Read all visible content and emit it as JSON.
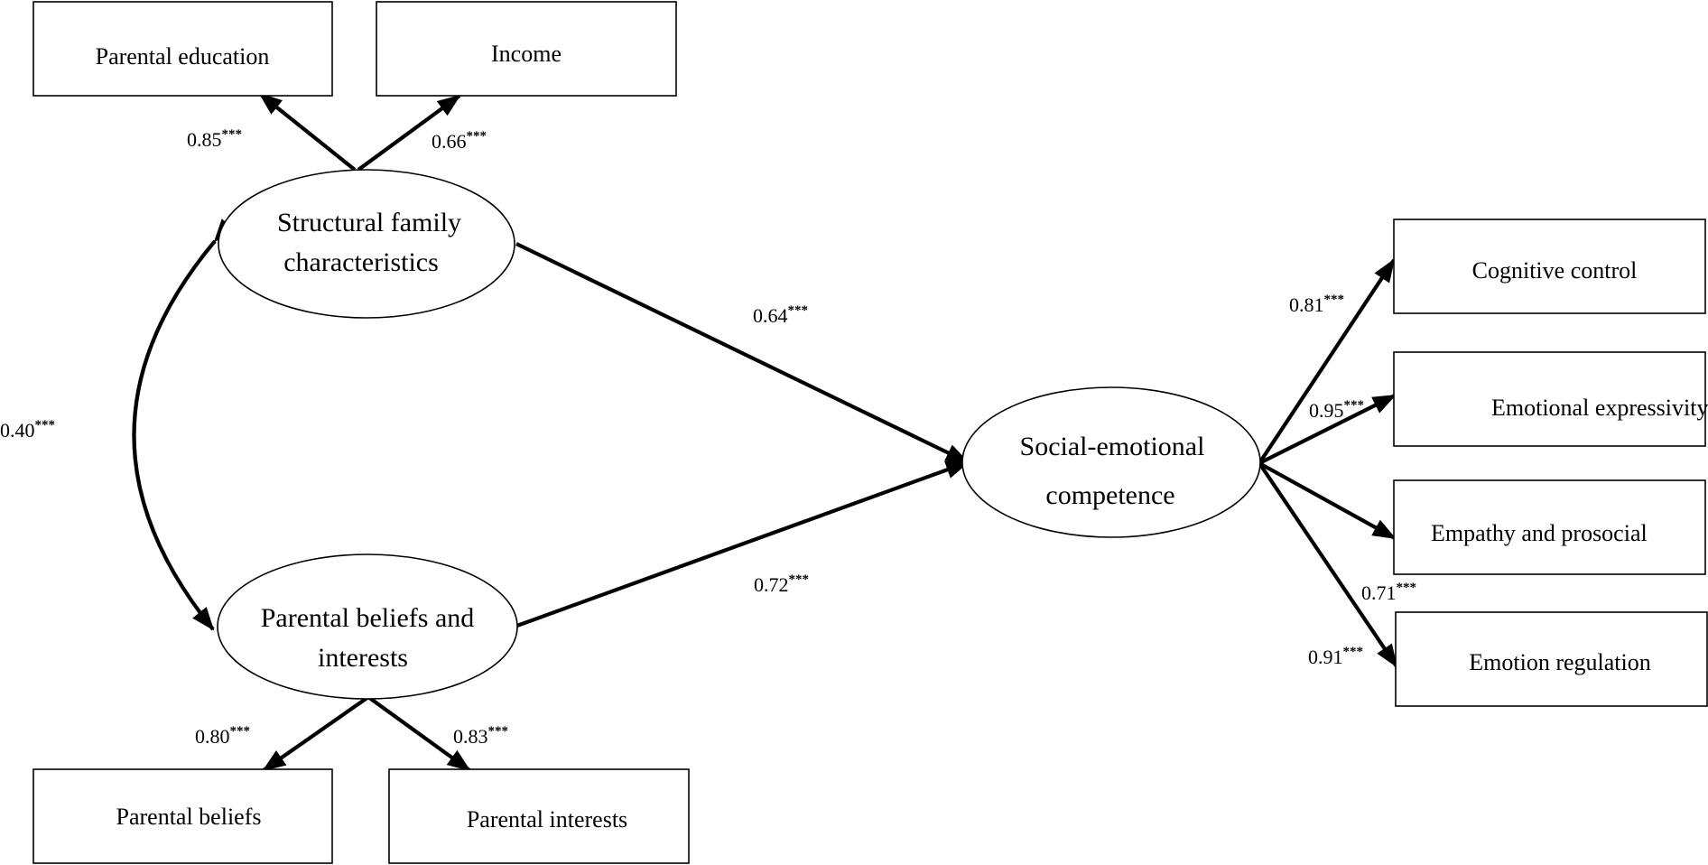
{
  "latent": {
    "structural": [
      "Structural family",
      "characteristics"
    ],
    "beliefs": [
      "Parental beliefs and",
      "interests"
    ],
    "sec": [
      "Social-emotional",
      "competence"
    ]
  },
  "indicators": {
    "parental_education": "Parental education",
    "income": "Income",
    "parental_beliefs": "Parental beliefs",
    "parental_interests": "Parental interests",
    "cognitive_control": "Cognitive control",
    "emotional_expressivity": "Emotional expressivity",
    "empathy_prosocial": "Empathy and prosocial",
    "emotion_regulation": "Emotion regulation"
  },
  "coefficients": {
    "parental_education": {
      "value": "0.85",
      "sig": "***"
    },
    "income": {
      "value": "0.66",
      "sig": "***"
    },
    "structural_to_sec": {
      "value": "0.64",
      "sig": "***"
    },
    "covariance": {
      "value": "0.40",
      "sig": "***"
    },
    "beliefs_to_sec": {
      "value": "0.72",
      "sig": "***"
    },
    "parental_beliefs": {
      "value": "0.80",
      "sig": "***"
    },
    "parental_interests": {
      "value": "0.83",
      "sig": "***"
    },
    "cognitive_control": {
      "value": "0.81",
      "sig": "***"
    },
    "emotional_expressivity": {
      "value": "0.95",
      "sig": "***"
    },
    "empathy_prosocial": {
      "value": "0.71",
      "sig": "***"
    },
    "emotion_regulation": {
      "value": "0.91",
      "sig": "***"
    }
  }
}
